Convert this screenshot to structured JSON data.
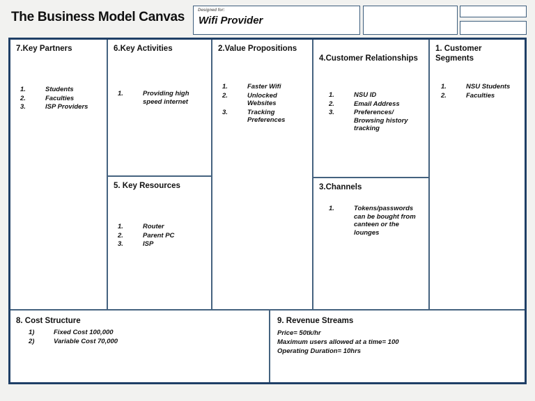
{
  "header": {
    "title": "The Business Model Canvas",
    "designed_for_label": "Designed for:",
    "designed_for_value": "Wifi Provider",
    "empty_box_mid": "",
    "empty_box_small_1": "",
    "empty_box_small_2": ""
  },
  "blocks": {
    "key_partners": {
      "title": "7.Key Partners",
      "items": [
        {
          "num": "1.",
          "text": "Students"
        },
        {
          "num": "2.",
          "text": "Faculties"
        },
        {
          "num": "3.",
          "text": "ISP Providers"
        }
      ]
    },
    "key_activities": {
      "title": "6.Key Activities",
      "items": [
        {
          "num": "1.",
          "text": "Providing high speed internet"
        }
      ]
    },
    "key_resources": {
      "title": "5. Key Resources",
      "items": [
        {
          "num": "1.",
          "text": "Router"
        },
        {
          "num": "2.",
          "text": "Parent PC"
        },
        {
          "num": "3.",
          "text": "ISP"
        }
      ]
    },
    "value_propositions": {
      "title": "2.Value Propositions",
      "items": [
        {
          "num": "1.",
          "text": "Faster Wifi"
        },
        {
          "num": "2.",
          "text": "Unlocked Websites"
        },
        {
          "num": "3.",
          "text": "Tracking Preferences"
        }
      ]
    },
    "customer_relationships": {
      "title": "4.Customer Relationships",
      "items": [
        {
          "num": "1.",
          "text": "NSU ID"
        },
        {
          "num": "2.",
          "text": "Email Address"
        },
        {
          "num": "3.",
          "text": "Preferences/ Browsing history tracking"
        }
      ]
    },
    "channels": {
      "title": "3.Channels",
      "items": [
        {
          "num": "1.",
          "text": "Tokens/passwords can be bought from canteen or the lounges"
        }
      ]
    },
    "customer_segments": {
      "title": "1. Customer Segments",
      "items": [
        {
          "num": "1.",
          "text": "NSU Students"
        },
        {
          "num": "2.",
          "text": "Faculties"
        }
      ]
    },
    "cost_structure": {
      "title": "8. Cost Structure",
      "items": [
        {
          "num": "1)",
          "text": "Fixed Cost 100,000"
        },
        {
          "num": "2)",
          "text": "Variable Cost 70,000"
        }
      ]
    },
    "revenue_streams": {
      "title": "9. Revenue Streams",
      "lines": [
        "Price= 50tk/hr",
        "Maximum users allowed at a time= 100",
        "Operating Duration= 10hrs"
      ]
    }
  },
  "colors": {
    "frame_border": "#1f3f66",
    "inner_divider": "#44627f",
    "box_border": "#3c5d7c",
    "page_background": "#f2f2f0",
    "cell_background": "#ffffff",
    "text": "#111111",
    "muted_label": "#6b6b6b"
  }
}
